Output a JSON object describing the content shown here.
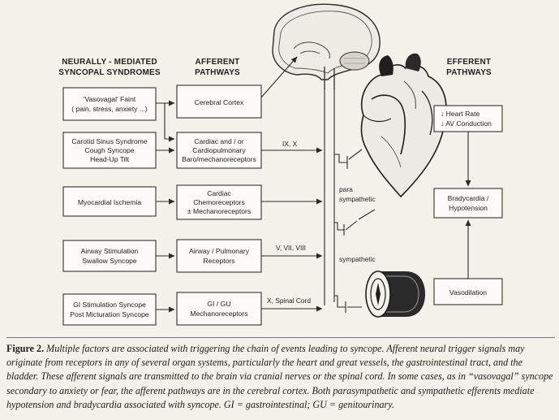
{
  "headers": {
    "syndromes": [
      "NEURALLY - MEDIATED",
      "SYNCOPAL SYNDROMES"
    ],
    "afferent": [
      "AFFERENT",
      "PATHWAYS"
    ],
    "efferent": [
      "EFFERENT",
      "PATHWAYS"
    ]
  },
  "syndromes": [
    {
      "lines": [
        "'Vasovagal' Faint",
        "( pain, stress, anxiety ...)"
      ]
    },
    {
      "lines": [
        "Carotid Sinus Syndrome",
        "Cough Syncope",
        "Head-Up Tilt"
      ]
    },
    {
      "lines": [
        "Myocardial Ischemia"
      ]
    },
    {
      "lines": [
        "Airway Stimulation",
        "Swallow Syncope"
      ]
    },
    {
      "lines": [
        "GI Stimulation Syncope",
        "Post Micturation Syncope"
      ]
    }
  ],
  "afferents": [
    {
      "lines": [
        "Cerebral Cortex"
      ]
    },
    {
      "lines": [
        "Cardiac and / or",
        "Cardiopulmonary",
        "Baro/mechanoreceptors"
      ]
    },
    {
      "lines": [
        "Cardiac",
        "Chemoreceptors",
        "± Mechanoreceptors"
      ]
    },
    {
      "lines": [
        "Airway / Pulmonary",
        "Receptors"
      ]
    },
    {
      "lines": [
        "GI / GU",
        "Mechanoreceptors"
      ]
    }
  ],
  "nerves": [
    "IX, X",
    "V, VII, VIII",
    "X, Spinal Cord"
  ],
  "pathway_labels": {
    "parasympathetic": [
      "para",
      "sympathetic"
    ],
    "sympathetic": "sympathetic"
  },
  "efferents": {
    "heart": [
      "↓ Heart Rate",
      "↓ AV Conduction"
    ],
    "bradycardia": [
      "Bradycardia /",
      "Hypotension"
    ],
    "vasodilation": "Vasodilation"
  },
  "caption": {
    "label": "Figure 2.",
    "text": " Multiple factors are associated with triggering the chain of events leading to syncope. Afferent neural trigger signals may originate from receptors in any of several organ systems, particularly the heart and great vessels, the gastrointestinal tract, and the bladder. These afferent signals are transmitted to the brain via cranial nerves or the spinal cord. In some cases, as in “vasovagal” syncope secondary to anxiety or fear, the afferent pathways are in the cerebral cortex. Both parasympathetic and sympathetic efferents mediate hypotension and bradycardia associated with syncope. GI = gastrointestinal; GU = genitourinary."
  }
}
